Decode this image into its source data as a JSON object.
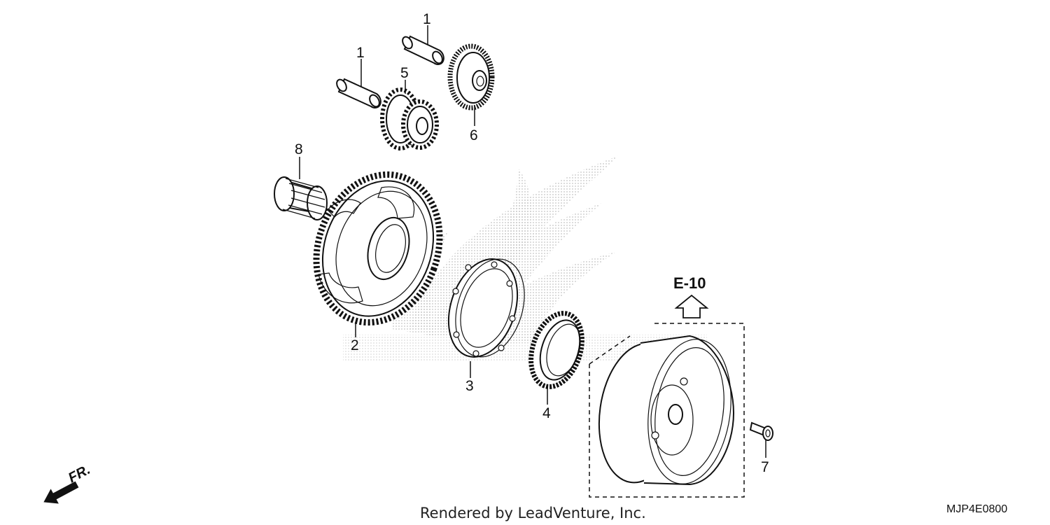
{
  "callouts": [
    {
      "id": "c1a",
      "label": "1"
    },
    {
      "id": "c1b",
      "label": "1"
    },
    {
      "id": "c2",
      "label": "2"
    },
    {
      "id": "c3",
      "label": "3"
    },
    {
      "id": "c4",
      "label": "4"
    },
    {
      "id": "c5",
      "label": "5"
    },
    {
      "id": "c6",
      "label": "6"
    },
    {
      "id": "c7",
      "label": "7"
    },
    {
      "id": "c8",
      "label": "8"
    }
  ],
  "reference": {
    "label": "E-10"
  },
  "direction": {
    "label": "FR."
  },
  "footer": {
    "rendered_by": "Rendered by LeadVenture, Inc."
  },
  "diagram_code": "MJP4E0800",
  "colors": {
    "line": "#111111",
    "watermark": "#c8c8c8"
  }
}
